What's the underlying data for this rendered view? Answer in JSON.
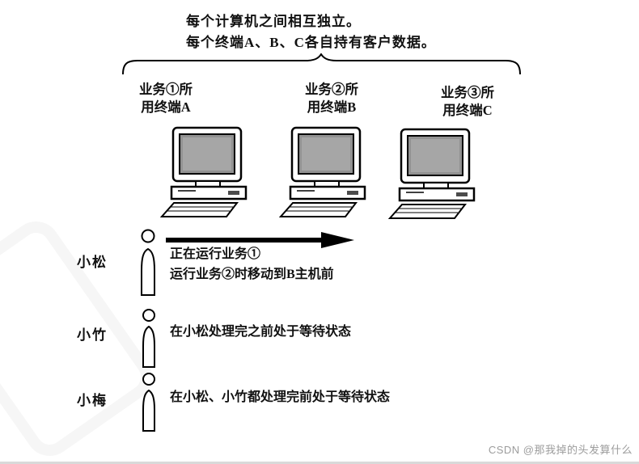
{
  "caption": {
    "line1": "每个计算机之间相互独立。",
    "line2": "每个终端A、B、C各自持有客户数据。"
  },
  "terminals": [
    {
      "line1": "业务①所",
      "line2": "用终端A"
    },
    {
      "line1": "业务②所",
      "line2": "用终端B"
    },
    {
      "line1": "业务③所",
      "line2": "用终端C"
    }
  ],
  "people": [
    {
      "name": "小松",
      "lines": [
        "正在运行业务①",
        "运行业务②时移动到B主机前"
      ]
    },
    {
      "name": "小竹",
      "lines": [
        "在小松处理完之前处于等待状态"
      ]
    },
    {
      "name": "小梅",
      "lines": [
        "在小松、小竹都处理完前处于等待状态"
      ]
    }
  ],
  "watermark": "CSDN @那我掉的头发算什么"
}
